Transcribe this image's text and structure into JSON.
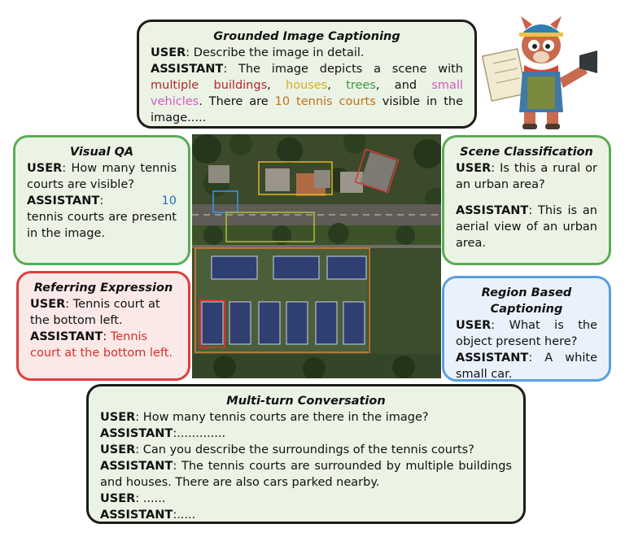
{
  "grounded": {
    "title": "Grounded Image Captioning",
    "user_label": "USER",
    "user_text": ": Describe the image in detail.",
    "assistant_label": "ASSISTANT",
    "a1": ": The image depicts a scene with ",
    "buildings": "multiple buildings",
    "sep1": ", ",
    "houses": "houses",
    "sep2": ", ",
    "trees": "trees",
    "sep3": ", and ",
    "vehicles": "small vehicles",
    "a2": ". There are ",
    "courts": "10 tennis courts",
    "a3": " visible in the image....."
  },
  "visual_qa": {
    "title": "Visual QA",
    "user_label": "USER",
    "user_text": ": How many tennis courts are visible?",
    "assistant_label": "ASSISTANT",
    "answer_num": "10",
    "answer_text": "tennis courts are present in the image."
  },
  "referring": {
    "title": "Referring Expression",
    "user_label": "USER",
    "user_text": ": Tennis court at the bottom left.",
    "assistant_label": "ASSISTANT",
    "answer": "Tennis court at the bottom left."
  },
  "scene": {
    "title": "Scene Classification",
    "user_label": "USER",
    "user_text": ": Is this a rural or an urban area?",
    "assistant_label": "ASSISTANT",
    "answer": ": This is an aerial view of an urban area."
  },
  "region": {
    "title": "Region Based Captioning",
    "user_label": "USER",
    "user_text": ": What is the object present here?",
    "assistant_label": "ASSISTANT",
    "answer": ": A white small car."
  },
  "multiturn": {
    "title": "Multi-turn Conversation",
    "user_label": "USER",
    "assistant_label": "ASSISTANT",
    "u1": ": How many tennis courts are there in the image?",
    "a1": ":.............",
    "u2": ": Can you describe the surroundings of the tennis courts?",
    "a2": ": The tennis courts are surrounded by multiple buildings and houses. There are also cars parked nearby.",
    "u3": ": ......",
    "a3": ":....."
  },
  "colors": {
    "green_border": "#5aac55",
    "red_border": "#dc3f3f",
    "blue_border": "#5a9fde",
    "dark_border": "#1c1c1c"
  }
}
